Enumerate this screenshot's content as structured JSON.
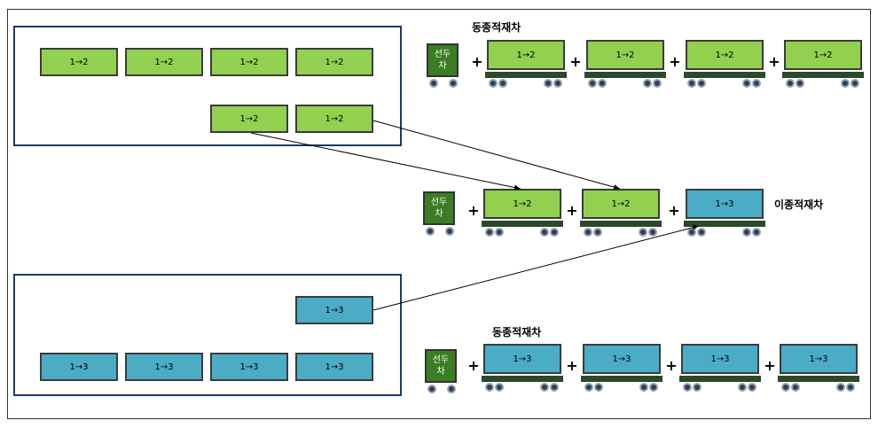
{
  "labels": {
    "same_type_top": "동종적재차",
    "same_type_bottom": "동종적재차",
    "mixed": "이종적재차",
    "loco_text": "선두\n차"
  },
  "container_g": "1→2",
  "container_b": "1→3",
  "colors": {
    "green": "#92d050",
    "blue": "#4bacc6",
    "loco": "#3a7d22"
  }
}
